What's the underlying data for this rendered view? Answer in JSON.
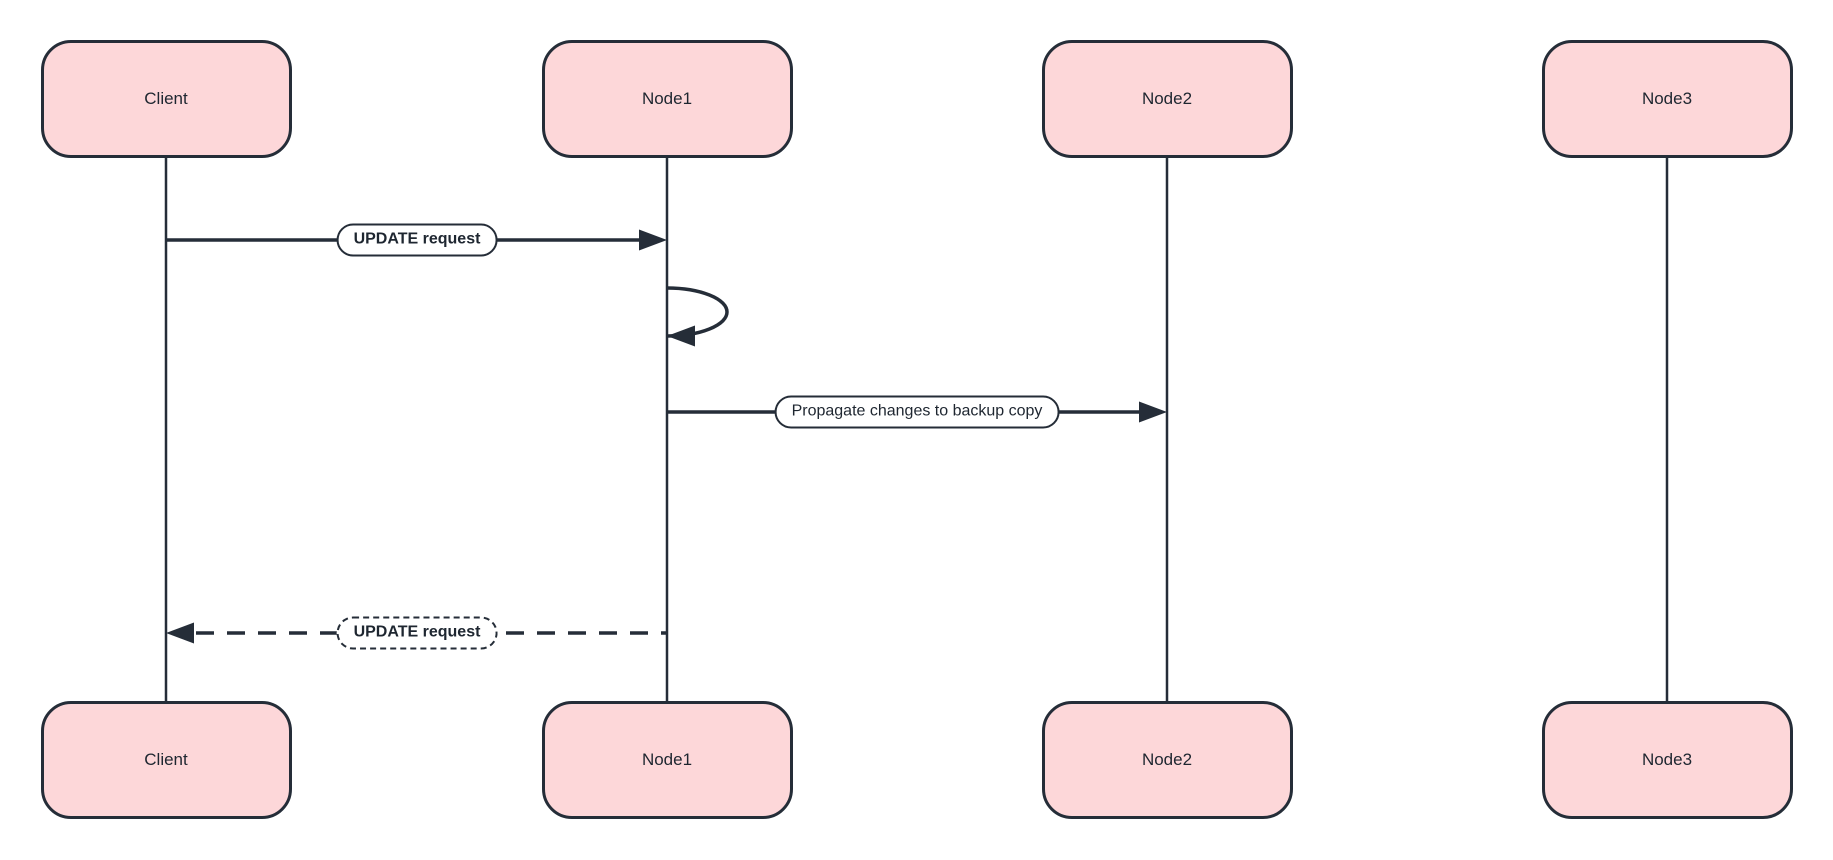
{
  "diagram": {
    "type": "sequence-diagram",
    "colors": {
      "participant_fill": "#fdd7d9",
      "stroke": "#252d38",
      "label_fill": "#ffffff",
      "text": "#1e2630",
      "background": "#ffffff"
    },
    "participants": [
      {
        "id": "client",
        "label": "Client"
      },
      {
        "id": "node1",
        "label": "Node1"
      },
      {
        "id": "node2",
        "label": "Node2"
      },
      {
        "id": "node3",
        "label": "Node3"
      }
    ],
    "messages": [
      {
        "from": "Client",
        "to": "Node1",
        "label": "UPDATE request",
        "line": "solid",
        "text_style": "bold",
        "kind": "message"
      },
      {
        "from": "Node1",
        "to": "Node1",
        "label": "",
        "line": "solid",
        "text_style": "none",
        "kind": "self-loop"
      },
      {
        "from": "Node1",
        "to": "Node2",
        "label": "Propagate changes to backup copy",
        "line": "solid",
        "text_style": "normal",
        "kind": "message"
      },
      {
        "from": "Node1",
        "to": "Client",
        "label": "UPDATE request",
        "line": "dashed",
        "text_style": "bold",
        "kind": "reply-message"
      }
    ]
  }
}
